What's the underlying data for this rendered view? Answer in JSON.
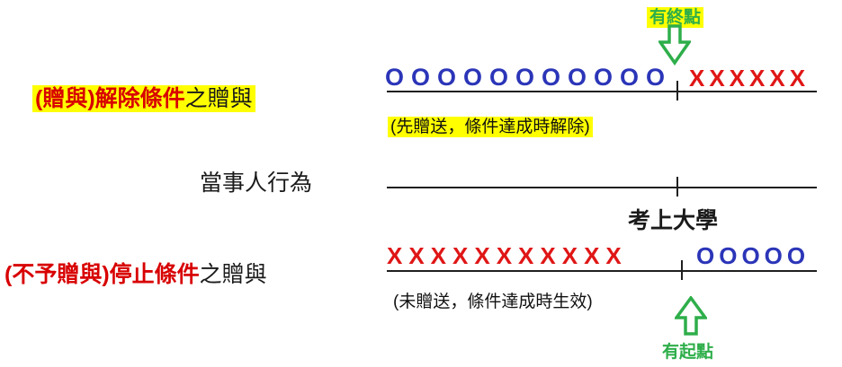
{
  "colors": {
    "highlight": "#ffff00",
    "red_text": "#d80000",
    "cross_red": "#e01616",
    "circle_blue": "#2b35b8",
    "arrow_green": "#2eae4a",
    "line_black": "#1f1f1f"
  },
  "diagram": {
    "top": {
      "endpoint_label": "有終點",
      "label_red": "(贈與)解除條件",
      "label_suffix": "之贈與",
      "circles": "OOOOOOOOOOO",
      "crosses": "XXXXXX",
      "annotation": "(先贈送，條件達成時解除)"
    },
    "middle": {
      "label": "當事人行為",
      "event_label": "考上大學"
    },
    "bottom": {
      "label_red": "(不予贈與)停止條件",
      "label_suffix": "之贈與",
      "crosses": "XXXXXXXXXXX",
      "circles": "OOOOO",
      "annotation": "(未贈送，條件達成時生效)",
      "startpoint_label": "有起點"
    }
  }
}
